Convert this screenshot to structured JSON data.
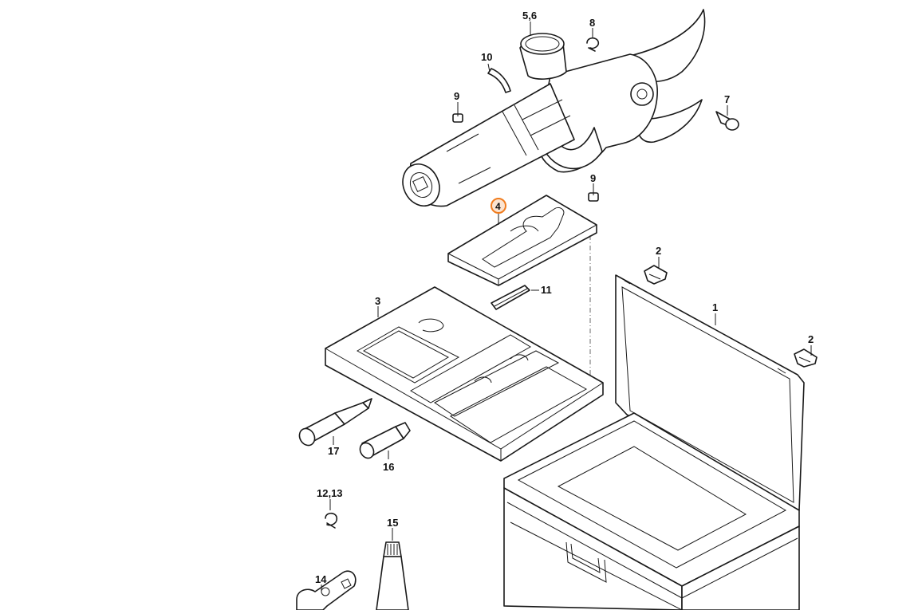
{
  "diagram": {
    "accent_color": "#f07c1e",
    "highlighted_part": "4",
    "labels": {
      "p1": "1",
      "p2a": "2",
      "p2b": "2",
      "p3": "3",
      "p4": "4",
      "p56": "5,6",
      "p7": "7",
      "p8": "8",
      "p9a": "9",
      "p9b": "9",
      "p10": "10",
      "p11": "11",
      "p1213": "12,13",
      "p14": "14",
      "p15": "15",
      "p16": "16",
      "p17": "17"
    }
  }
}
